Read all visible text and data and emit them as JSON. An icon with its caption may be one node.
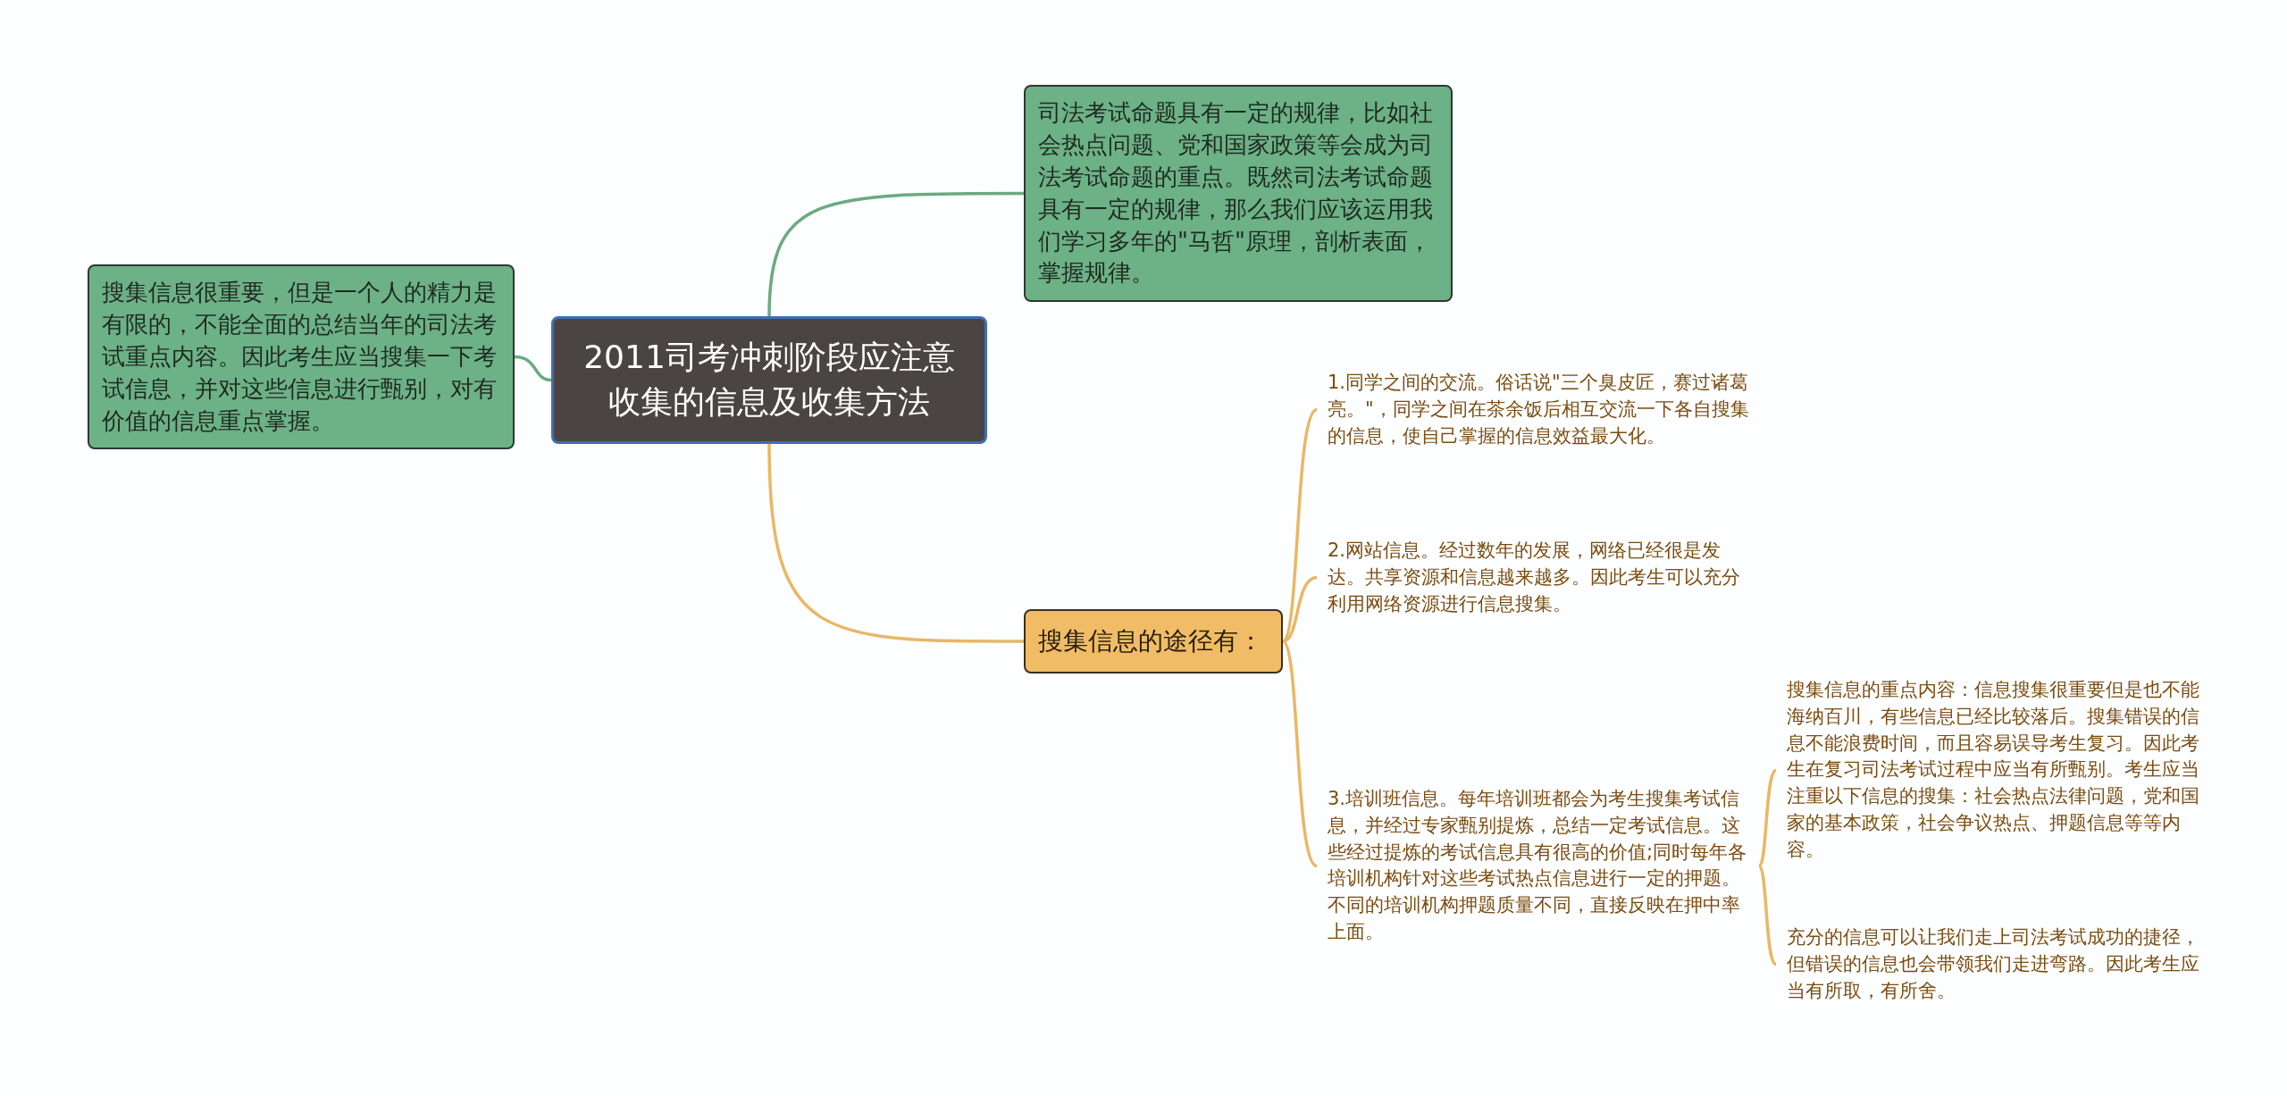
{
  "diagram": {
    "nodes": [
      {
        "text": [
          "2011司考冲刺阶段应注意收集的信息及收集方法"
        ]
      },
      {
        "text": [
          "搜集信息很重要，但是一个人的精力是有限的，不能全面的总结当年的司法考试重点内容。因此考生应当搜集一下考试信息，并对这些信息进行甄别，对有价值的信息重点掌握。"
        ]
      },
      {
        "text": [
          "司法考试命题具有一定的规律，比如社会热点问题、党和国家政策等会成为司法考试命题的重点。既然司法考试命题具有一定的规律，那么我们应该运用我们学习多年的\"马哲\"原理，剖析表面，掌握规律。"
        ]
      },
      {
        "text": [
          "搜集信息的途径有："
        ]
      },
      {
        "text": [
          "1.同学之间的交流。俗话说\"三个臭皮匠，赛过诸葛亮。\"，同学之间在茶余饭后相互交流一下各自搜集的信息，使自己掌握的信息效益最大化。"
        ]
      },
      {
        "text": [
          "2.网站信息。经过数年的发展，网络已经很是发达。共享资源和信息越来越多。因此考生可以充分利用网络资源进行信息搜集。"
        ]
      },
      {
        "text": [
          "3.培训班信息。每年培训班都会为考生搜集考试信息，并经过专家甄别提炼，总结一定考试信息。这些经过提炼的考试信息具有很高的价值;同时每年各培训机构针对这些考试热点信息进行一定的押题。不同的培训机构押题质量不同，直接反映在押中率上面。"
        ]
      },
      {
        "text": [
          "搜集信息的重点内容：信息搜集很重要但是也不能海纳百川，有些信息已经比较落后。搜集错误的信息不能浪费时间，而且容易误导考生复习。因此考生在复习司法考试过程中应当有所甄别。考生应当注重以下信息的搜集：社会热点法律问题，党和国家的基本政策，社会争议热点、押题信息等等内容。"
        ]
      },
      {
        "text": [
          "充分的信息可以让我们走上司法考试成功的捷径，但错误的信息也会带领我们走进弯路。因此考生应当有所取，有所舍。"
        ]
      }
    ],
    "edges": [
      {
        "from": 0,
        "to": 1,
        "arrow": "none",
        "color": "#6aaa80"
      },
      {
        "from": 0,
        "to": 2,
        "arrow": "none",
        "color": "#6aaa80"
      },
      {
        "from": 0,
        "to": 3,
        "arrow": "none"
      },
      {
        "from": 3,
        "to": 4,
        "arrow": "none"
      },
      {
        "from": 3,
        "to": 5,
        "arrow": "none"
      },
      {
        "from": 3,
        "to": 6,
        "arrow": "none"
      },
      {
        "from": 6,
        "to": 7,
        "arrow": "none"
      },
      {
        "from": 6,
        "to": 8,
        "arrow": "none"
      }
    ]
  }
}
